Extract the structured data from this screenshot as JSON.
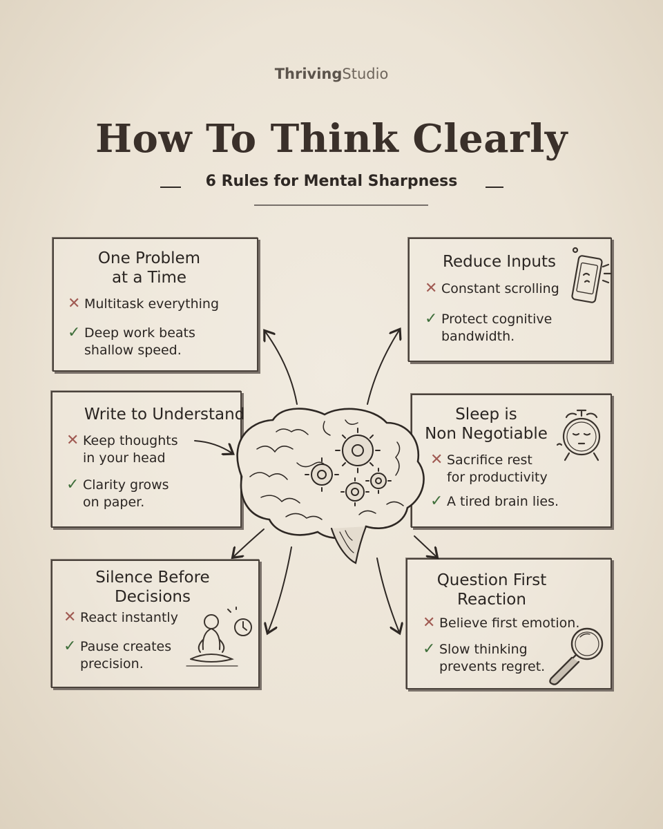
{
  "brand": {
    "bold": "Thriving",
    "light": "Studio"
  },
  "header": {
    "title": "How To Think Clearly",
    "subtitle": "6 Rules for Mental Sharpness"
  },
  "rules": [
    {
      "title": "One Problem\nat a Time",
      "dont": "Multitask everything",
      "do": "Deep work beats\nshallow speed."
    },
    {
      "title": "Reduce Inputs",
      "dont": "Constant scrolling",
      "do": "Protect cognitive\nbandwidth.",
      "icon": "smartphone-icon"
    },
    {
      "title": "Write to Understand",
      "dont": "Keep thoughts\nin your head",
      "do": "Clarity grows\non paper."
    },
    {
      "title": "Sleep is\nNon Negotiable",
      "dont": "Sacrifice rest\nfor productivity",
      "do": "A tired brain lies.",
      "icon": "alarm-clock-icon"
    },
    {
      "title": "Silence Before\nDecisions",
      "dont": "React instantly",
      "do": "Pause creates\nprecision.",
      "icon": "meditating-person-icon"
    },
    {
      "title": "Question First\nReaction",
      "dont": "Believe first emotion.",
      "do": "Slow thinking\nprevents regret.",
      "icon": "magnifying-glass-icon"
    }
  ],
  "icons": {
    "dont": "cross-icon",
    "do": "checkmark-icon",
    "center": "brain-gears-icon"
  },
  "colors": {
    "background": "#ece4d6",
    "ink": "#2b2622",
    "cross": "#a05a52",
    "check": "#3e6e3a"
  }
}
